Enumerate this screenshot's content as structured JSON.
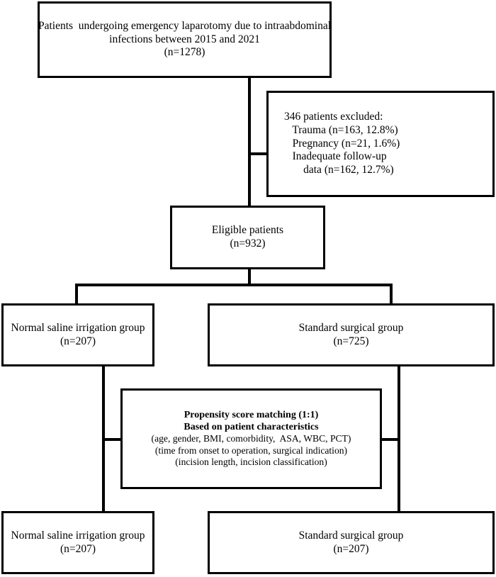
{
  "figure": {
    "type": "study-flow-diagram",
    "colors": {
      "stroke": "#000000",
      "background": "#ffffff",
      "text": "#000000"
    }
  },
  "nodes": {
    "screened": {
      "name": "screened-population",
      "lines": [
        "Patients  undergoing emergency laparotomy due to intraabdominal",
        "infections between 2015 and 2021",
        "(n=1278)"
      ]
    },
    "excluded": {
      "name": "excluded-patients",
      "lines": [
        "346 patients excluded:",
        "   Trauma (n=163, 12.8%)",
        "   Pregnancy (n=21, 1.6%)",
        "   Inadequate follow-up",
        "       data (n=162, 12.7%)"
      ]
    },
    "eligible": {
      "name": "eligible-patients",
      "lines": [
        "Eligible patients",
        "(n=932)"
      ]
    },
    "arm_left": {
      "name": "normal-saline-irrigation-group-pre",
      "lines": [
        "Normal saline irrigation group",
        "(n=207)"
      ]
    },
    "arm_right": {
      "name": "standard-surgical-group-pre",
      "lines": [
        "Standard surgical group",
        "(n=725)"
      ]
    },
    "psm": {
      "name": "propensity-score-matching",
      "lines": [
        "Propensity score matching (1:1)",
        "Based on patient characteristics",
        "(age, gender, BMI, comorbidity,  ASA, WBC, PCT)",
        "(time from onset to operation, surgical indication)",
        "(incision length, incision classification)"
      ]
    },
    "final_left": {
      "name": "normal-saline-irrigation-group-matched",
      "lines": [
        "Normal saline irrigation group",
        "(n=207)"
      ]
    },
    "final_right": {
      "name": "standard-surgical-group-matched",
      "lines": [
        "Standard surgical group",
        "(n=207)"
      ]
    }
  }
}
